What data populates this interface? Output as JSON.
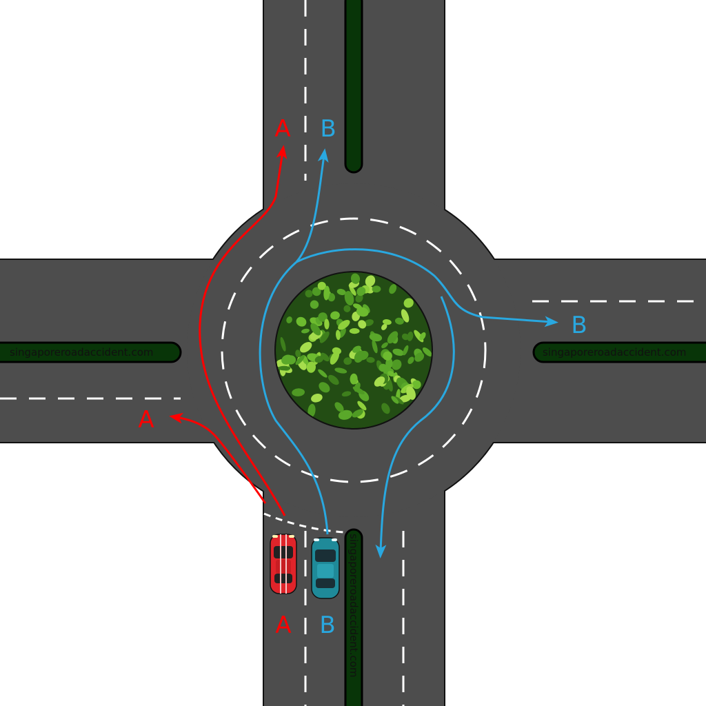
{
  "diagram": {
    "colors": {
      "road": "#4d4d4d",
      "road_outline": "#111111",
      "median": "#083508",
      "lane_marking": "#ffffff",
      "path_a": "#ff0000",
      "path_b": "#29a8e0",
      "car_a": "#e0242a",
      "car_b": "#1f8a99",
      "island": "#2f7d1a"
    },
    "labels": {
      "car_a_label": "A",
      "car_b_label": "B",
      "path_a_north_label": "A",
      "path_a_west_label": "A",
      "path_b_north_label": "B",
      "path_b_east_label": "B"
    },
    "watermarks": {
      "west": "singaporeroadaccident.com",
      "east": "singaporeroadaccident.com",
      "south": "singaporeroadaccident.com"
    },
    "icons": {
      "island": "tree-foliage-icon",
      "car_a": "red-car-icon",
      "car_b": "teal-car-icon"
    }
  }
}
